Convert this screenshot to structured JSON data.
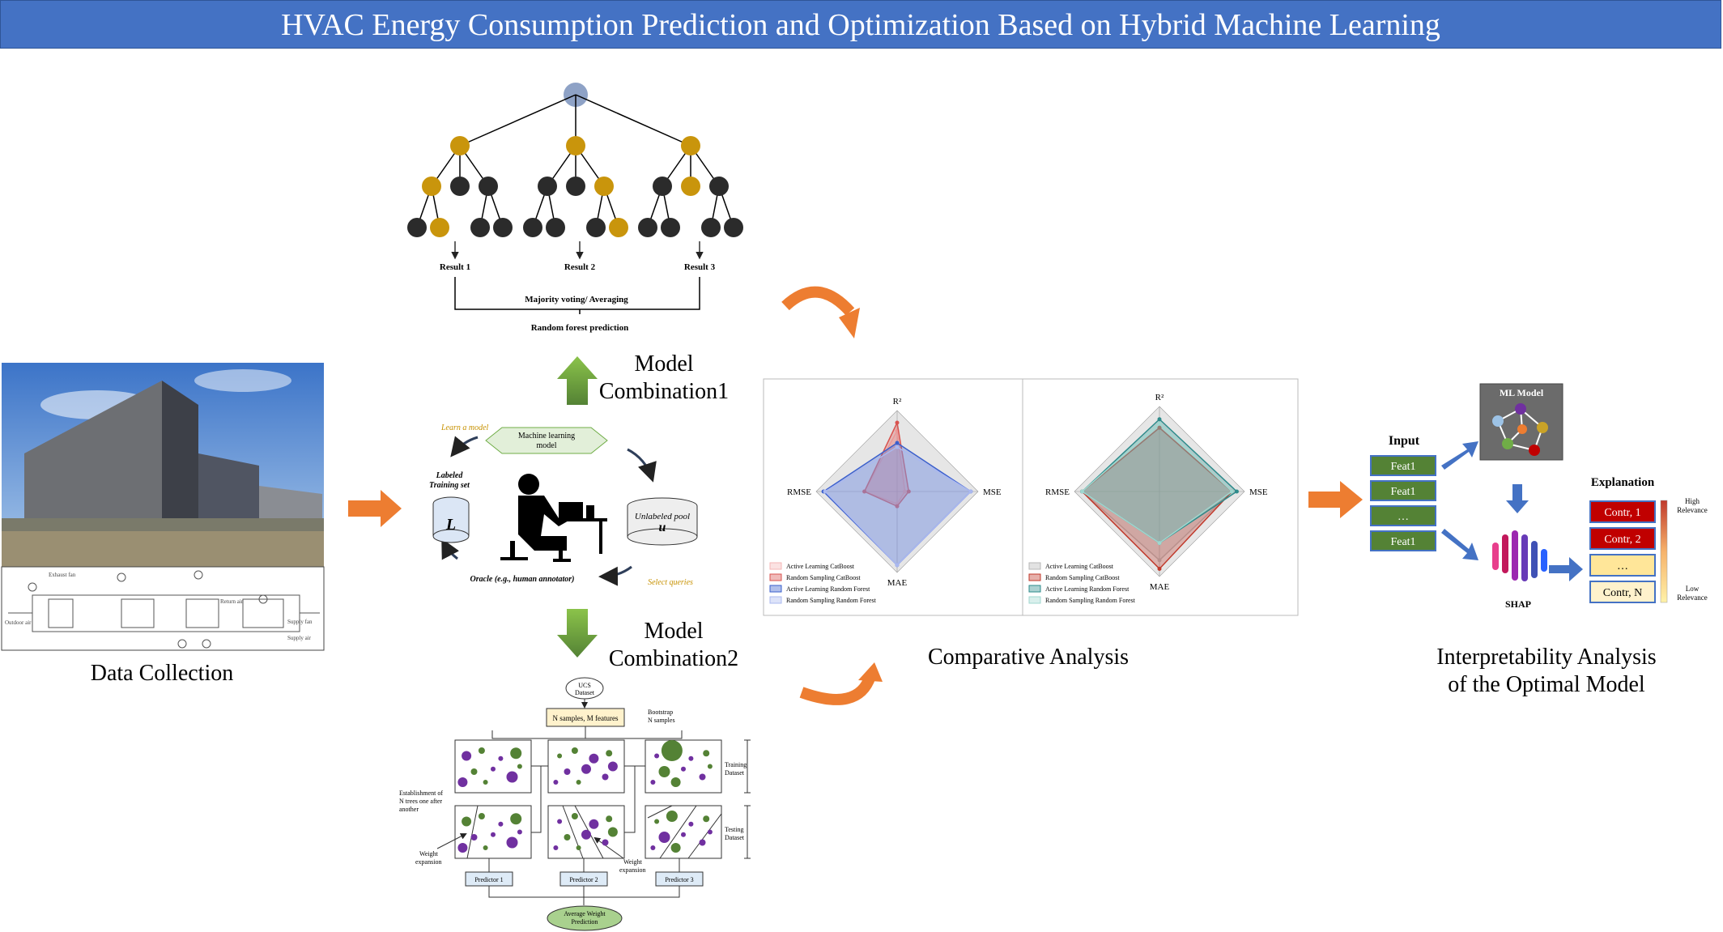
{
  "title": "HVAC Energy Consumption Prediction and Optimization Based on Hybrid Machine Learning",
  "data_collection": {
    "caption": "Data Collection",
    "schematic_labels": [
      "Exhaust fan",
      "Return air",
      "Outdoor air",
      "Supply fan",
      "Supply air"
    ]
  },
  "random_forest": {
    "results": [
      "Result 1",
      "Result 2",
      "Result 3"
    ],
    "voting": "Majority voting/ Averaging",
    "prediction": "Random forest prediction"
  },
  "model_combination1": {
    "line1": "Model",
    "line2": "Combination1"
  },
  "model_combination2": {
    "line1": "Model",
    "line2": "Combination2"
  },
  "active_learning": {
    "learn_model": "Learn a model",
    "ml_model_line1": "Machine learning",
    "ml_model_line2": "model",
    "labeled_line1": "Labeled",
    "labeled_line2": "Training set",
    "labeled_symbol": "L",
    "unlabeled": "Unlabeled pool",
    "unlabeled_symbol": "u",
    "oracle": "Oracle (e.g., human annotator)",
    "select_queries": "Select queries"
  },
  "boosting": {
    "dataset_line1": "UCS",
    "dataset_line2": "Dataset",
    "samples": "N samples, M features",
    "bootstrap_line1": "Bootstrap",
    "bootstrap_line2": "N samples",
    "training": "Training",
    "training2": "Dataset",
    "testing": "Testing",
    "testing2": "Dataset",
    "establish_lines": [
      "Establishment of",
      "N trees one after",
      "another"
    ],
    "weight_lines": [
      "Weight",
      "expansion"
    ],
    "predictors": [
      "Predictor 1",
      "Predictor 2",
      "Predictor 3"
    ],
    "average_line1": "Average Weight",
    "average_line2": "Prediction"
  },
  "comparative": {
    "caption": "Comparative Analysis"
  },
  "chart_data": [
    {
      "type": "radar",
      "axes": [
        "R²",
        "MSE",
        "MAE",
        "RMSE"
      ],
      "series": [
        {
          "name": "Active Learning CatBoost",
          "color": "#f4b6b6",
          "values": [
            0.95,
            0.02,
            0.05,
            0.2
          ]
        },
        {
          "name": "Random Sampling CatBoost",
          "color": "#d9534f",
          "values": [
            0.97,
            0.03,
            0.06,
            0.2
          ]
        },
        {
          "name": "Active Learning Random Forest",
          "color": "#3a5fcd",
          "values": [
            0.92,
            0.19,
            0.3,
            0.45
          ]
        },
        {
          "name": "Random Sampling Random Forest",
          "color": "#aab8ef",
          "values": [
            0.91,
            0.19,
            0.3,
            0.44
          ]
        }
      ]
    },
    {
      "type": "radar",
      "axes": [
        "R²",
        "MSE",
        "MAE",
        "RMSE"
      ],
      "series": [
        {
          "name": "Active Learning CatBoost",
          "color": "#b7b7b7",
          "values": [
            0.95,
            0.3,
            0.4,
            0.55
          ]
        },
        {
          "name": "Random Sampling CatBoost",
          "color": "#c0392b",
          "values": [
            0.95,
            0.3,
            0.45,
            0.55
          ]
        },
        {
          "name": "Active Learning Random Forest",
          "color": "#2e8b8b",
          "values": [
            0.97,
            0.32,
            0.3,
            0.55
          ]
        },
        {
          "name": "Random Sampling Random Forest",
          "color": "#9fd7cf",
          "values": [
            0.96,
            0.3,
            0.3,
            0.55
          ]
        }
      ]
    }
  ],
  "interpretability": {
    "caption_line1": "Interpretability Analysis",
    "caption_line2": "of the Optimal Model",
    "input_label": "Input",
    "features": [
      "Feat1",
      "Feat1",
      "…",
      "Feat1"
    ],
    "ml_model": "ML Model",
    "shap": "SHAP",
    "explanation": "Explanation",
    "contributions": [
      "Contr, 1",
      "Contr, 2",
      "…",
      "Contr, N"
    ],
    "high_line1": "High",
    "high_line2": "Relevance",
    "low_line1": "Low",
    "low_line2": "Relevance"
  },
  "colors": {
    "title_bar": "#4472c4",
    "orange_arrow": "#ed7d31",
    "green_arrow": "#70ad47",
    "feature_box": "#548235",
    "contr_red": "#c00000",
    "contr_yellow": "#ffe699"
  }
}
